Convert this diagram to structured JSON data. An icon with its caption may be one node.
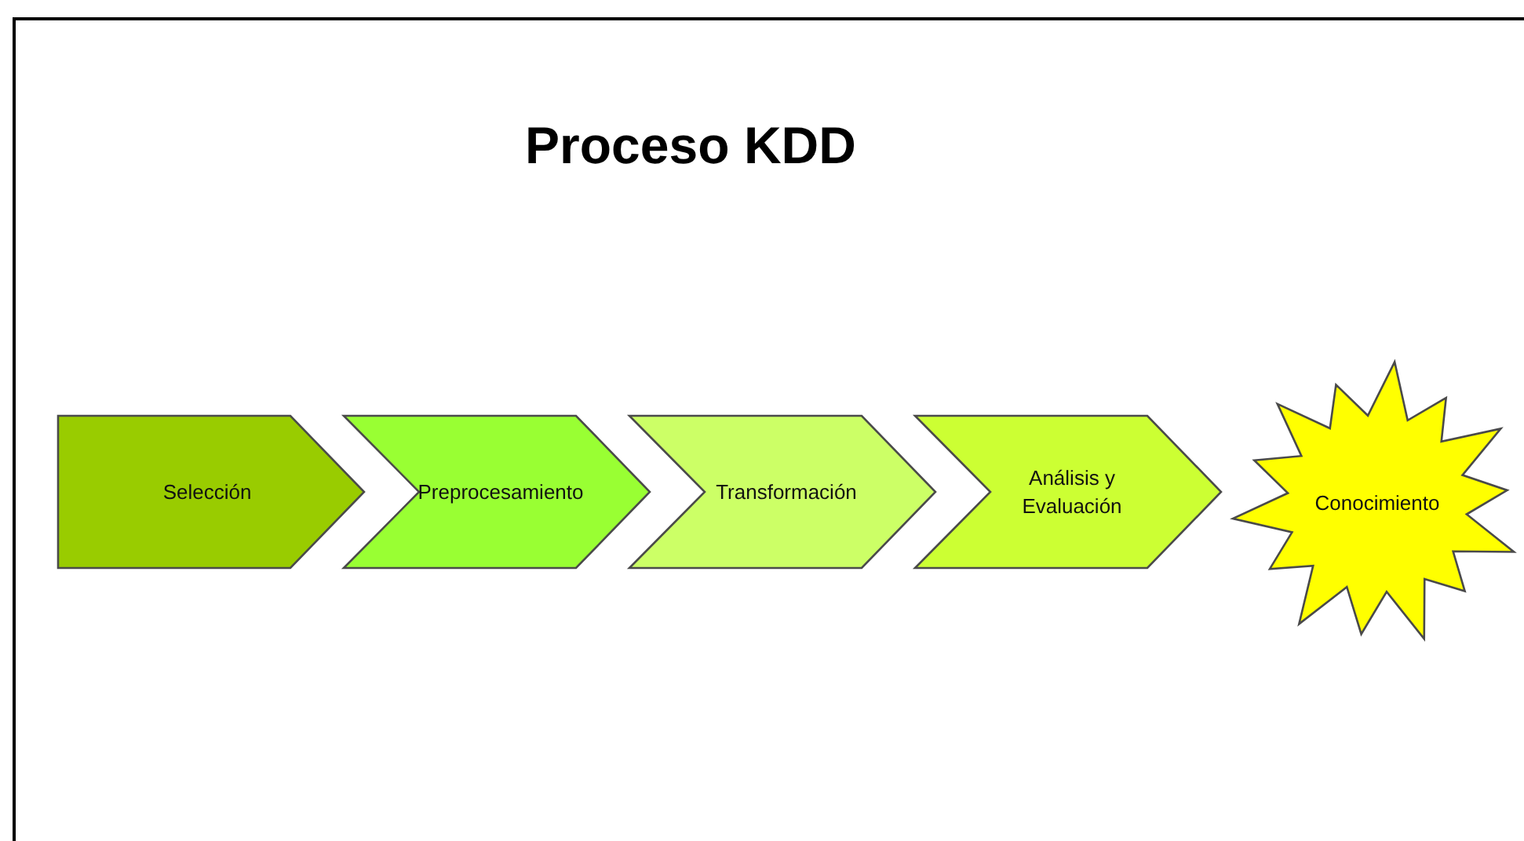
{
  "diagram": {
    "title": "Proceso KDD",
    "nodes": [
      {
        "text": [
          "Selección"
        ]
      },
      {
        "text": [
          "Preprocesamiento"
        ]
      },
      {
        "text": [
          "Transformación"
        ]
      },
      {
        "text": [
          "Análisis y Evaluación"
        ]
      },
      {
        "text": [
          "Conocimiento"
        ]
      }
    ]
  }
}
